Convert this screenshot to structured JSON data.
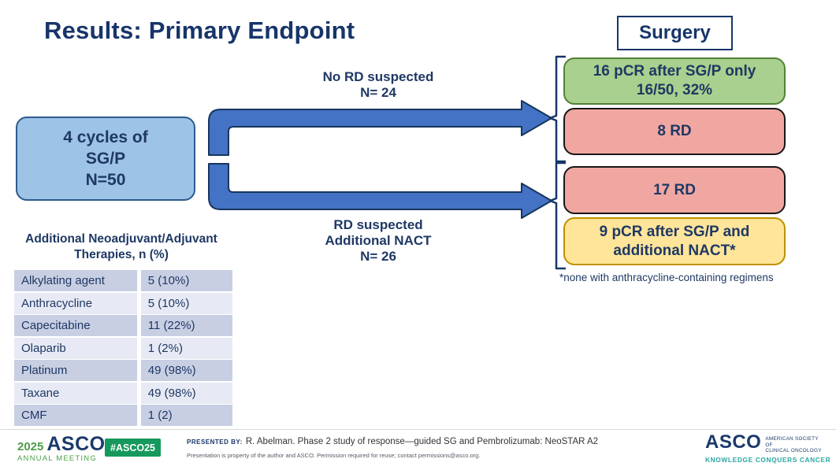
{
  "slide": {
    "title": "Results: Primary Endpoint",
    "start_box": {
      "line1": "4 cycles of",
      "line2": "SG/P",
      "line3": "N=50"
    },
    "top_branch": {
      "line1": "No RD suspected",
      "line2": "N= 24"
    },
    "bottom_branch": {
      "line1": "RD suspected",
      "line2": "Additional NACT",
      "line3": "N= 26"
    },
    "surgery_label": "Surgery",
    "outcomes": {
      "green": {
        "line1": "16 pCR after SG/P only",
        "line2": "16/50, 32%"
      },
      "pink_top": "8 RD",
      "pink_bottom": "17 RD",
      "yellow": {
        "line1": "9 pCR after SG/P and",
        "line2": "additional NACT*"
      }
    },
    "footnote": "*none with anthracycline-containing regimens",
    "table": {
      "header_line1": "Additional Neoadjuvant/Adjuvant",
      "header_line2": "Therapies, n (%)",
      "rows": [
        {
          "therapy": "Alkylating agent",
          "value": "5 (10%)"
        },
        {
          "therapy": "Anthracycline",
          "value": "5 (10%)"
        },
        {
          "therapy": "Capecitabine",
          "value": "11 (22%)"
        },
        {
          "therapy": "Olaparib",
          "value": "1 (2%)"
        },
        {
          "therapy": "Platinum",
          "value": "49 (98%)"
        },
        {
          "therapy": "Taxane",
          "value": "49 (98%)"
        },
        {
          "therapy": "CMF",
          "value": "1 (2)"
        }
      ]
    },
    "colors": {
      "navy_text": "#1f3864",
      "title_navy": "#17356a",
      "start_box_fill": "#9dc3e6",
      "arrow_fill": "#4472c4",
      "green_fill": "#a9d08e",
      "green_border": "#538135",
      "pink_fill": "#f1a7a1",
      "yellow_fill": "#ffe599",
      "yellow_border": "#bf9000",
      "table_row_dark": "#c8cfe3",
      "table_row_light": "#e7eaf4",
      "asco_green": "#16995c",
      "asco_teal": "#2aa7a2"
    }
  },
  "footer": {
    "logo_year": "2025",
    "logo_asco": "ASCO",
    "logo_sub": "ANNUAL MEETING",
    "hashtag": "#ASCO25",
    "presented_by_label": "PRESENTED BY:",
    "presented_by": "R. Abelman. Phase 2 study of response—guided SG and Pembrolizumab: NeoSTAR A2",
    "disclaimer": "Presentation is property of the author and ASCO. Permission required for reuse; contact permissions@asco.org.",
    "asco_logo": "ASCO",
    "society_line1": "AMERICAN SOCIETY OF",
    "society_line2": "CLINICAL ONCOLOGY",
    "tagline": "KNOWLEDGE CONQUERS CANCER"
  }
}
